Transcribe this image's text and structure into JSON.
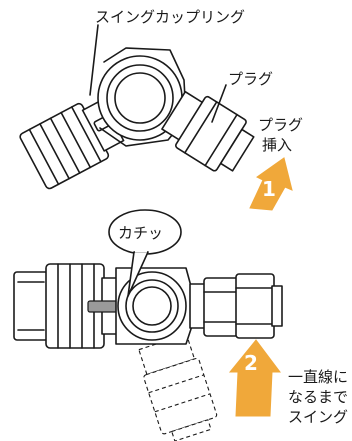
{
  "labels": {
    "swing_coupling": "スイングカップリング",
    "plug": "プラグ",
    "plug_insert_line1": "プラグ",
    "plug_insert_line2": "挿入",
    "click": "カチッ",
    "swing_line1": "一直線に",
    "swing_line2": "なるまで",
    "swing_line3": "スイング"
  },
  "steps": {
    "step1": "1",
    "step2": "2"
  },
  "colors": {
    "arrow": "#f0a83a",
    "lock_rod": "#9a9a9a",
    "line": "#1a1a1a"
  }
}
